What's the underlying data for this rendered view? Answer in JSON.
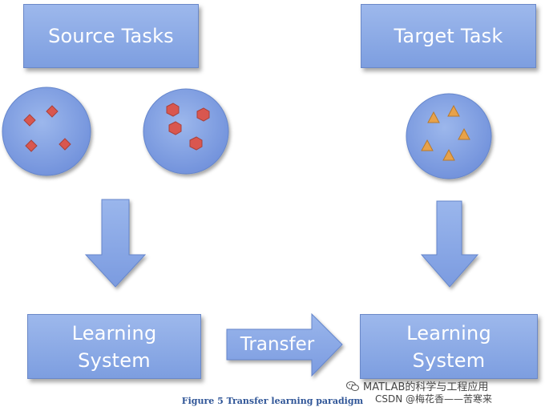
{
  "boxes": {
    "source_tasks": "Source Tasks",
    "target_task": "Target Task",
    "learning_system_left": "Learning\nSystem",
    "learning_system_right": "Learning\nSystem"
  },
  "transfer_label": "Transfer",
  "caption": "Figure 5 Transfer learning paradigm",
  "watermark": {
    "line1": "MATLAB的科学与工程应用",
    "line2": "CSDN @梅花香——苦寒来"
  },
  "colors": {
    "box_fill": "#8facE6",
    "circle_fill": "#7f9fdf",
    "diamond": "#d9574f",
    "hexagon": "#d9574f",
    "triangle": "#e8a24a",
    "arrow_fill": "#8aaae6",
    "caption_text": "#2f5597"
  },
  "icons": [
    "diamond-marker",
    "hexagon-marker",
    "triangle-marker",
    "wechat-icon"
  ]
}
